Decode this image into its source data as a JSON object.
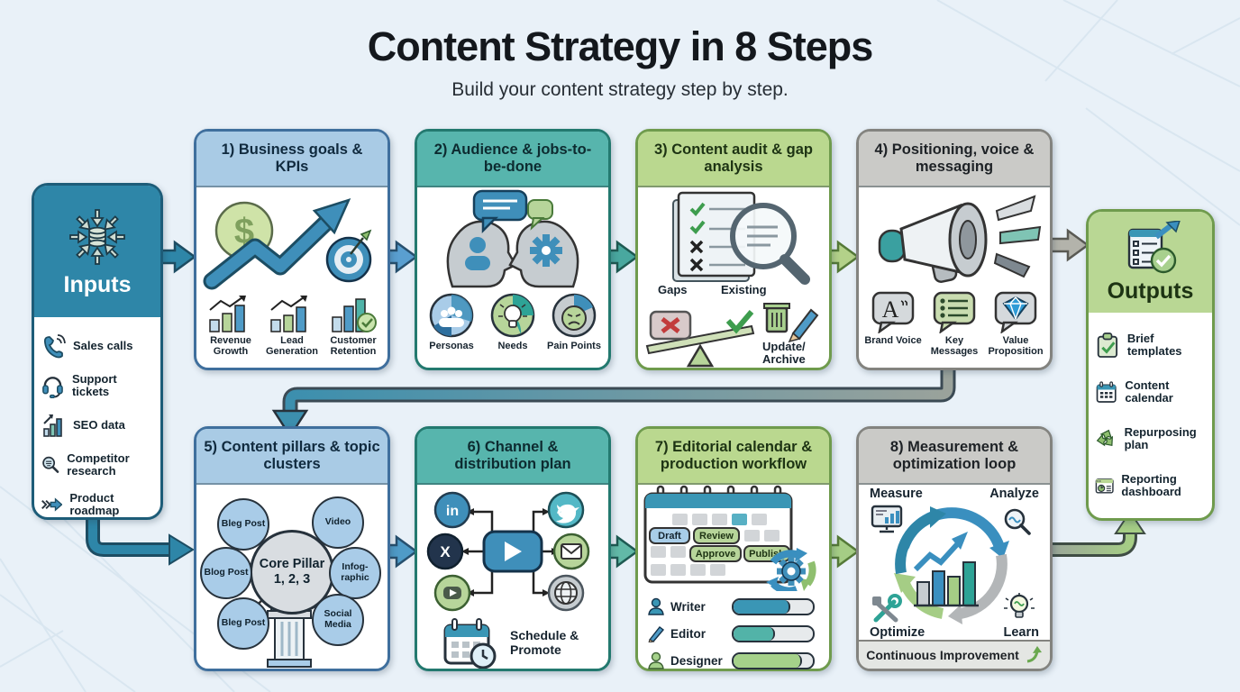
{
  "title": "Content Strategy in 8 Steps",
  "subtitle": "Build your content strategy step by step.",
  "inputs": {
    "title": "Inputs",
    "items": [
      {
        "icon": "phone-icon",
        "label": "Sales calls"
      },
      {
        "icon": "headset-icon",
        "label": "Support tickets"
      },
      {
        "icon": "seo-chart-icon",
        "label": "SEO data"
      },
      {
        "icon": "magnifier-icon",
        "label": "Competitor research"
      },
      {
        "icon": "roadmap-arrow-icon",
        "label": "Product roadmap"
      }
    ]
  },
  "outputs": {
    "title": "Outputs",
    "items": [
      {
        "icon": "clipboard-check-icon",
        "label": "Brief templates"
      },
      {
        "icon": "calendar-icon",
        "label": "Content calendar"
      },
      {
        "icon": "recycle-icon",
        "label": "Repurposing plan"
      },
      {
        "icon": "dashboard-icon",
        "label": "Reporting dashboard"
      }
    ]
  },
  "steps": [
    {
      "title": "1) Business goals & KPIs",
      "coin_symbol": "$",
      "kpis": [
        "Revenue Growth",
        "Lead Generation",
        "Customer Retention"
      ]
    },
    {
      "title": "2) Audience & jobs-to-be-done",
      "items": [
        "Personas",
        "Needs",
        "Pain Points"
      ]
    },
    {
      "title": "3) Content audit & gap analysis",
      "gaps_label": "Gaps",
      "existing_label": "Existing",
      "update_archive_label": "Update/\nArchive"
    },
    {
      "title": "4) Positioning, voice & messaging",
      "brand_voice_glyph": "A",
      "items": [
        "Brand Voice",
        "Key Messages",
        "Value Proposition"
      ]
    },
    {
      "title": "5) Content pillars & topic clusters",
      "center_label": "Core Pillar 1, 2, 3",
      "satellites": [
        "Bleg Post",
        "Video",
        "Blog Post",
        "Infog-\nraphic",
        "Bleg Post",
        "Social Media"
      ]
    },
    {
      "title": "6) Channel & distribution plan",
      "linkedin_glyph": "in",
      "x_glyph": "X",
      "caption": "Schedule & Promote"
    },
    {
      "title": "7) Editorial calendar & production workflow",
      "tags": [
        "Draft",
        "Review",
        "Approve",
        "Publish"
      ],
      "roles": [
        {
          "name": "Writer",
          "progress": 72
        },
        {
          "name": "Editor",
          "progress": 52
        },
        {
          "name": "Designer",
          "progress": 86
        }
      ]
    },
    {
      "title": "8) Measurement & optimization loop",
      "corners": [
        "Measure",
        "Analyze",
        "Optimize",
        "Learn"
      ],
      "footer": "Continuous Improvement"
    }
  ],
  "colors": {
    "background": "#e9f1f8",
    "accent_blue": "#3f8fba",
    "accent_teal": "#4fb3a8",
    "accent_green": "#a5cd85",
    "accent_gray": "#b3b3ab",
    "inputs_header": "#2e86a8",
    "outputs_header": "#b9d794",
    "header_blue": "#a9cbe5",
    "header_teal": "#57b5ad",
    "header_green": "#bad88f",
    "header_gray": "#cacac7"
  }
}
